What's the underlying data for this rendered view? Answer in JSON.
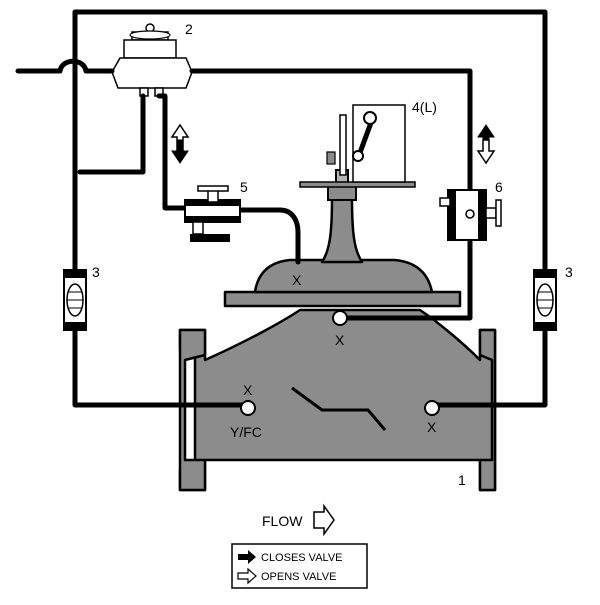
{
  "labels": {
    "pilot": "2",
    "strainer_left": "3",
    "strainer_right": "3",
    "limit_switch": "4(L)",
    "needle_valve": "5",
    "flow_control": "6",
    "main_valve": "1"
  },
  "ports": {
    "cover": "X",
    "bonnet": "X",
    "inlet_x": "X",
    "inlet_sub": "Y/FC",
    "outlet": "X"
  },
  "flow_label": "FLOW",
  "legend": {
    "closes": "CLOSES VALVE",
    "opens": "OPENS VALVE"
  },
  "colors": {
    "valve_body": "#8c8c8c",
    "pipe": "#000000",
    "background": "#ffffff"
  }
}
